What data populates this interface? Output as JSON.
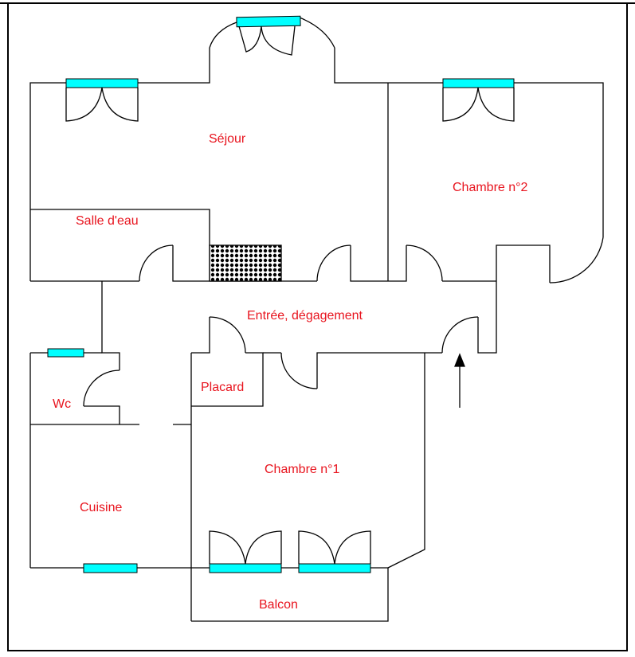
{
  "plan": {
    "rooms": {
      "sejour": "Séjour",
      "chambre2": "Chambre n°2",
      "salle_eau": "Salle d'eau",
      "entree": "Entrée, dégagement",
      "placard": "Placard",
      "wc": "Wc",
      "chambre1": "Chambre n°1",
      "cuisine": "Cuisine",
      "balcon": "Balcon"
    },
    "colors": {
      "window": "#00ffff",
      "label": "#e8141e",
      "wall": "#000000"
    }
  }
}
